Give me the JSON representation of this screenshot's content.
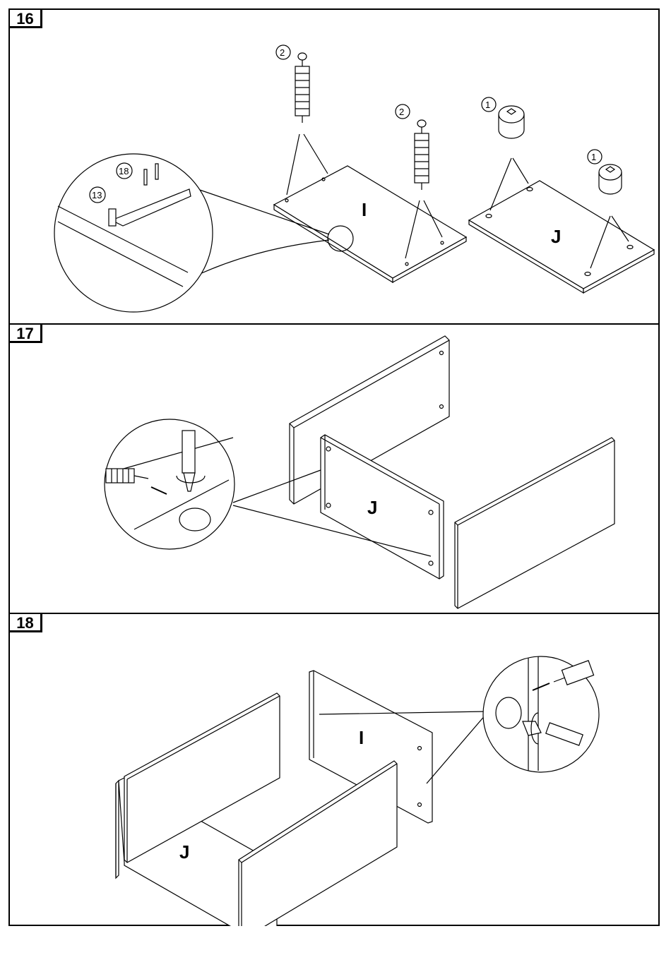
{
  "steps": [
    {
      "number": "16",
      "panel_letters": [
        "I",
        "J"
      ],
      "callouts": [
        "2",
        "2",
        "1",
        "1",
        "18",
        "13"
      ]
    },
    {
      "number": "17",
      "panel_letters": [
        "J"
      ]
    },
    {
      "number": "18",
      "panel_letters": [
        "I",
        "J"
      ]
    }
  ],
  "icons": [
    "cam-bolt-icon",
    "cam-lock-icon",
    "screw-icon",
    "bracket-icon",
    "screwdriver-icon",
    "rotate-arrow-icon"
  ],
  "colors": {
    "line": "#000000",
    "background": "#ffffff"
  }
}
